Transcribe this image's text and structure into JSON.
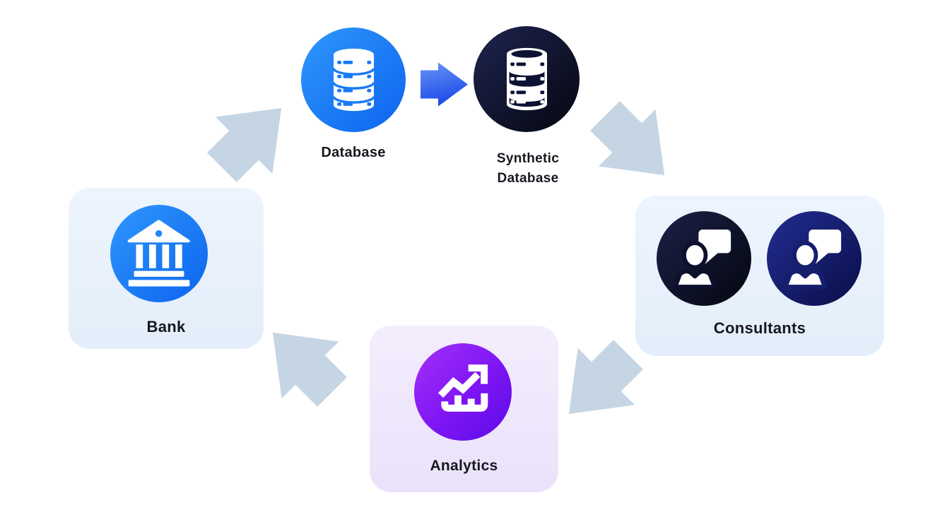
{
  "diagram": {
    "type": "cycle-flow",
    "nodes": {
      "database": {
        "label": "Database"
      },
      "synthetic_database": {
        "label_line1": "Synthetic",
        "label_line2": "Database"
      },
      "consultants": {
        "label": "Consultants",
        "icon_count": 2
      },
      "analytics": {
        "label": "Analytics"
      },
      "bank": {
        "label": "Bank"
      }
    },
    "flows": [
      {
        "from": "Bank",
        "to": "Database"
      },
      {
        "from": "Database",
        "to": "Synthetic Database"
      },
      {
        "from": "Synthetic Database",
        "to": "Consultants"
      },
      {
        "from": "Consultants",
        "to": "Analytics"
      },
      {
        "from": "Analytics",
        "to": "Bank"
      }
    ],
    "colors": {
      "bright_blue": "#1170f0",
      "dark_navy": "#0d1232",
      "royal_blue": "#222d91",
      "purple": "#8a1ff5",
      "flow_arrow_gray": "#c5d5e4",
      "card_light_blue": "#e8f1fb",
      "card_light_purple": "#f0e9fc",
      "label_color": "#16181e"
    }
  }
}
